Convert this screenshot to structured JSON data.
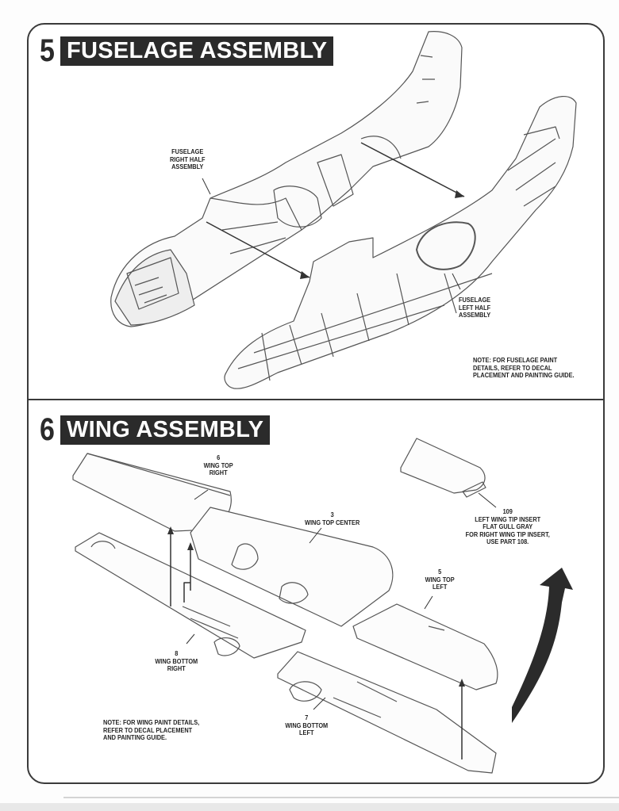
{
  "step5": {
    "number": "5",
    "title": "FUSELAGE ASSEMBLY",
    "labels": {
      "right_half": [
        "FUSELAGE",
        "RIGHT HALF",
        "ASSEMBLY"
      ],
      "left_half": [
        "FUSELAGE",
        "LEFT HALF",
        "ASSEMBLY"
      ]
    },
    "note": [
      "NOTE: FOR FUSELAGE PAINT",
      "DETAILS, REFER TO DECAL",
      "PLACEMENT AND PAINTING GUIDE."
    ]
  },
  "step6": {
    "number": "6",
    "title": "WING ASSEMBLY",
    "labels": {
      "wing_top_right": [
        "6",
        "WING TOP",
        "RIGHT"
      ],
      "wing_top_center": [
        "3",
        "WING TOP CENTER"
      ],
      "wing_tip_insert": [
        "109",
        "LEFT WING TIP INSERT",
        "FLAT GULL GRAY",
        "FOR RIGHT WING TIP INSERT,",
        "USE PART 108."
      ],
      "wing_top_left": [
        "5",
        "WING TOP",
        "LEFT"
      ],
      "wing_bottom_right": [
        "8",
        "WING BOTTOM",
        "RIGHT"
      ],
      "wing_bottom_left": [
        "7",
        "WING BOTTOM",
        "LEFT"
      ]
    },
    "note": [
      "NOTE: FOR WING PAINT DETAILS,",
      "REFER TO DECAL PLACEMENT",
      "AND PAINTING GUIDE."
    ]
  },
  "colors": {
    "ink": "#2b2b2b",
    "paper": "#ffffff",
    "line": "#555555"
  }
}
